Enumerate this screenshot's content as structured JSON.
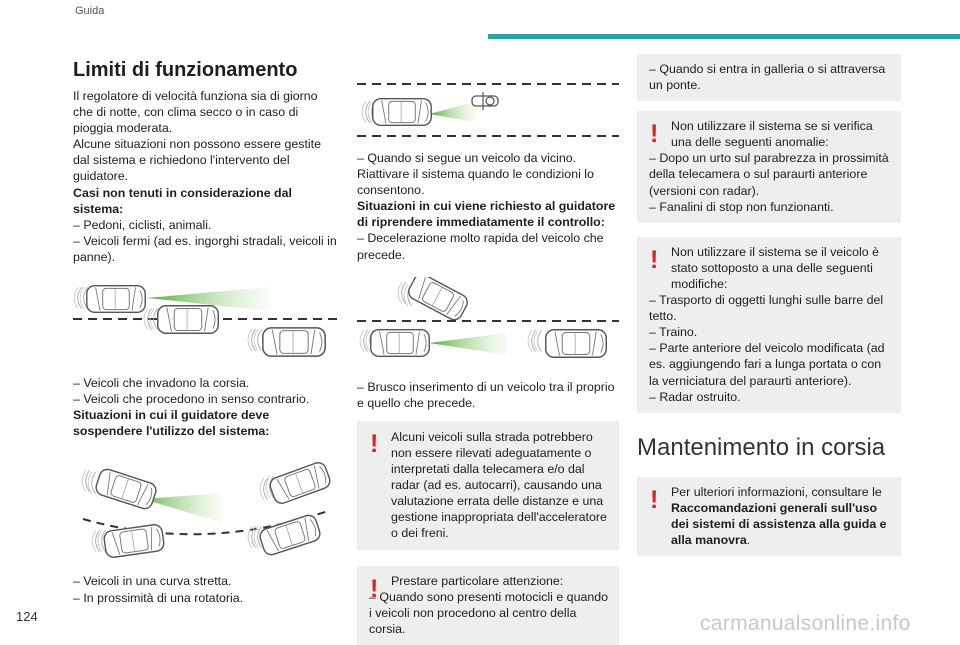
{
  "header": {
    "section": "Guida"
  },
  "page_number": "124",
  "watermark": "carmanualsonline.info",
  "col1": {
    "title": "Limiti di funzionamento",
    "intro": "Il regolatore di velocità funziona sia di giorno che di notte, con clima secco o in caso di pioggia moderata.",
    "intro2": "Alcune situazioni non possono essere gestite dal sistema e richiedono l'intervento del guidatore.",
    "not_considered_heading": "Casi non tenuti in considerazione dal sistema:",
    "not_considered_1": "– Pedoni, ciclisti, animali.",
    "not_considered_2": "– Veicoli fermi (ad es. ingorghi stradali, veicoli in panne).",
    "lane_1": "– Veicoli che invadono la corsia.",
    "lane_2": "– Veicoli che procedono in senso contrario.",
    "suspend_heading": "Situazioni in cui il guidatore deve sospendere l'utilizzo del sistema:",
    "suspend_1": "– Veicoli in una curva stretta.",
    "suspend_2": "– In prossimità di una rotatoria."
  },
  "col2": {
    "follow_1": "– Quando si segue un veicolo da vicino.",
    "follow_2": "Riattivare il sistema quando le condizioni lo consentono.",
    "resume_heading": "Situazioni in cui viene richiesto al guidatore di riprendere immediatamente il controllo:",
    "resume_1": "– Decelerazione molto rapida del veicolo che precede.",
    "cutin_1": "– Brusco inserimento di un veicolo tra il proprio e quello che precede.",
    "warn1": "Alcuni veicoli sulla strada potrebbero non essere rilevati adeguatamente o interpretati dalla telecamera e/o dal radar (ad es. autocarri), causando una valutazione errata delle distanze e una gestione inappropriata dell'acceleratore o dei freni.",
    "warn2_title": "Prestare particolare attenzione:",
    "warn2_1": "– Quando sono presenti motocicli e quando i veicoli non procedono al centro della corsia."
  },
  "col3": {
    "tunnel": "– Quando si entra in galleria o si attraversa un ponte.",
    "warn3_title": "Non utilizzare il sistema se si verifica una delle seguenti anomalie:",
    "warn3_1": "– Dopo un urto sul parabrezza in prossimità della telecamera o sul paraurti anteriore (versioni con radar).",
    "warn3_2": "– Fanalini di stop non funzionanti.",
    "warn4_title": "Non utilizzare il sistema se il veicolo è stato sottoposto a una delle seguenti modifiche:",
    "warn4_1": "– Trasporto di oggetti lunghi sulle barre del tetto.",
    "warn4_2": "– Traino.",
    "warn4_3": "– Parte anteriore del veicolo modificata (ad es. aggiungendo fari a lunga portata o con la verniciatura del paraurti anteriore).",
    "warn4_4": "– Radar ostruito.",
    "section2_title": "Mantenimento in corsia",
    "warn5_pre": "Per ulteriori informazioni, consultare le",
    "warn5_bold": "Raccomandazioni generali sull'uso dei sistemi di assistenza alla guida e alla manovra",
    "warn5_post": "."
  },
  "colors": {
    "accent": "#2aa3a7",
    "warning": "#e2231a",
    "beam": "#5fb83a",
    "box": "#eeeeee"
  },
  "icons": [
    "warning-exclamation-icon",
    "car-illustration",
    "motorcycle-illustration",
    "radar-beam"
  ]
}
